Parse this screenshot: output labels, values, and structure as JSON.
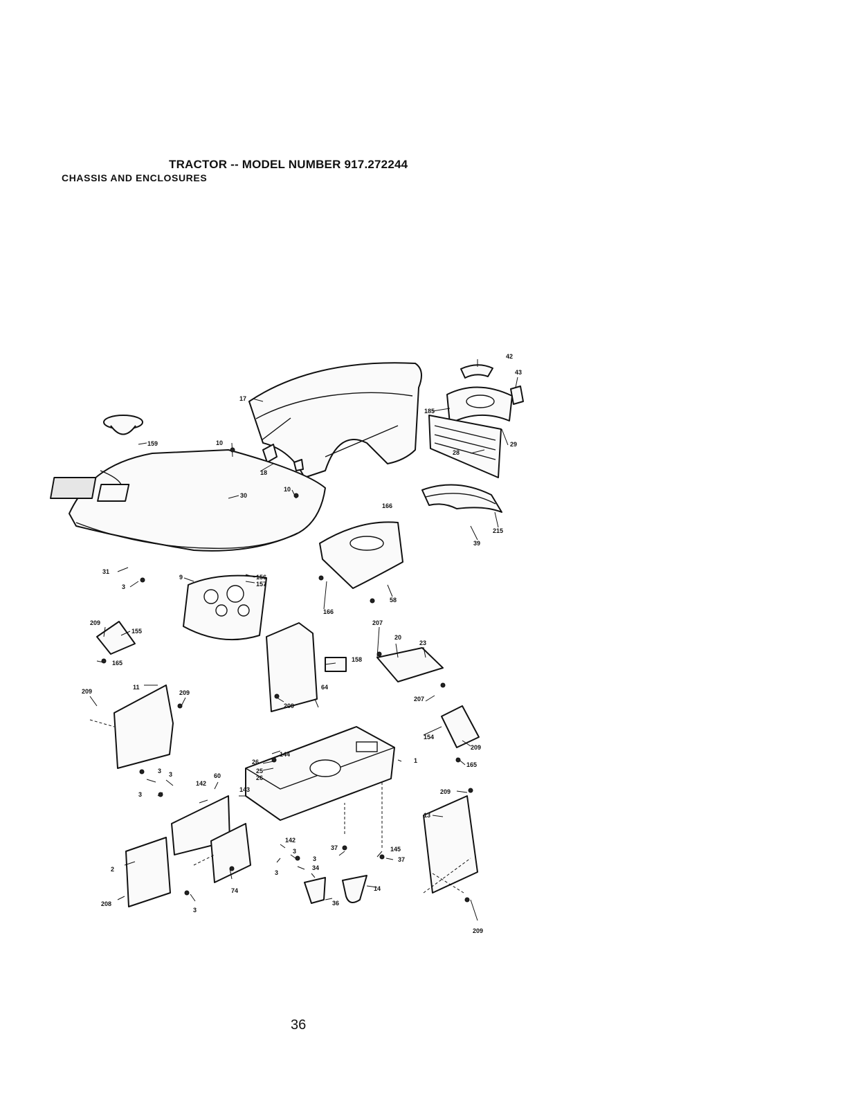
{
  "header": {
    "title": "TRACTOR -- MODEL NUMBER 917.272244",
    "subtitle": "CHASSIS AND ENCLOSURES"
  },
  "footer": {
    "page_number": "36"
  },
  "callouts": [
    "42",
    "43",
    "185",
    "29",
    "28",
    "215",
    "39",
    "166",
    "17",
    "10",
    "18",
    "159",
    "30",
    "10",
    "31",
    "3",
    "9",
    "156",
    "157",
    "58",
    "166",
    "209",
    "155",
    "165",
    "207",
    "20",
    "23",
    "158",
    "64",
    "209",
    "207",
    "11",
    "209",
    "209",
    "154",
    "209",
    "165",
    "144",
    "26",
    "25",
    "26",
    "60",
    "143",
    "142",
    "3",
    "3",
    "3",
    "1",
    "209",
    "13",
    "2",
    "208",
    "3",
    "74",
    "142",
    "3",
    "3",
    "3",
    "37",
    "145",
    "37",
    "34",
    "36",
    "14",
    "209"
  ]
}
